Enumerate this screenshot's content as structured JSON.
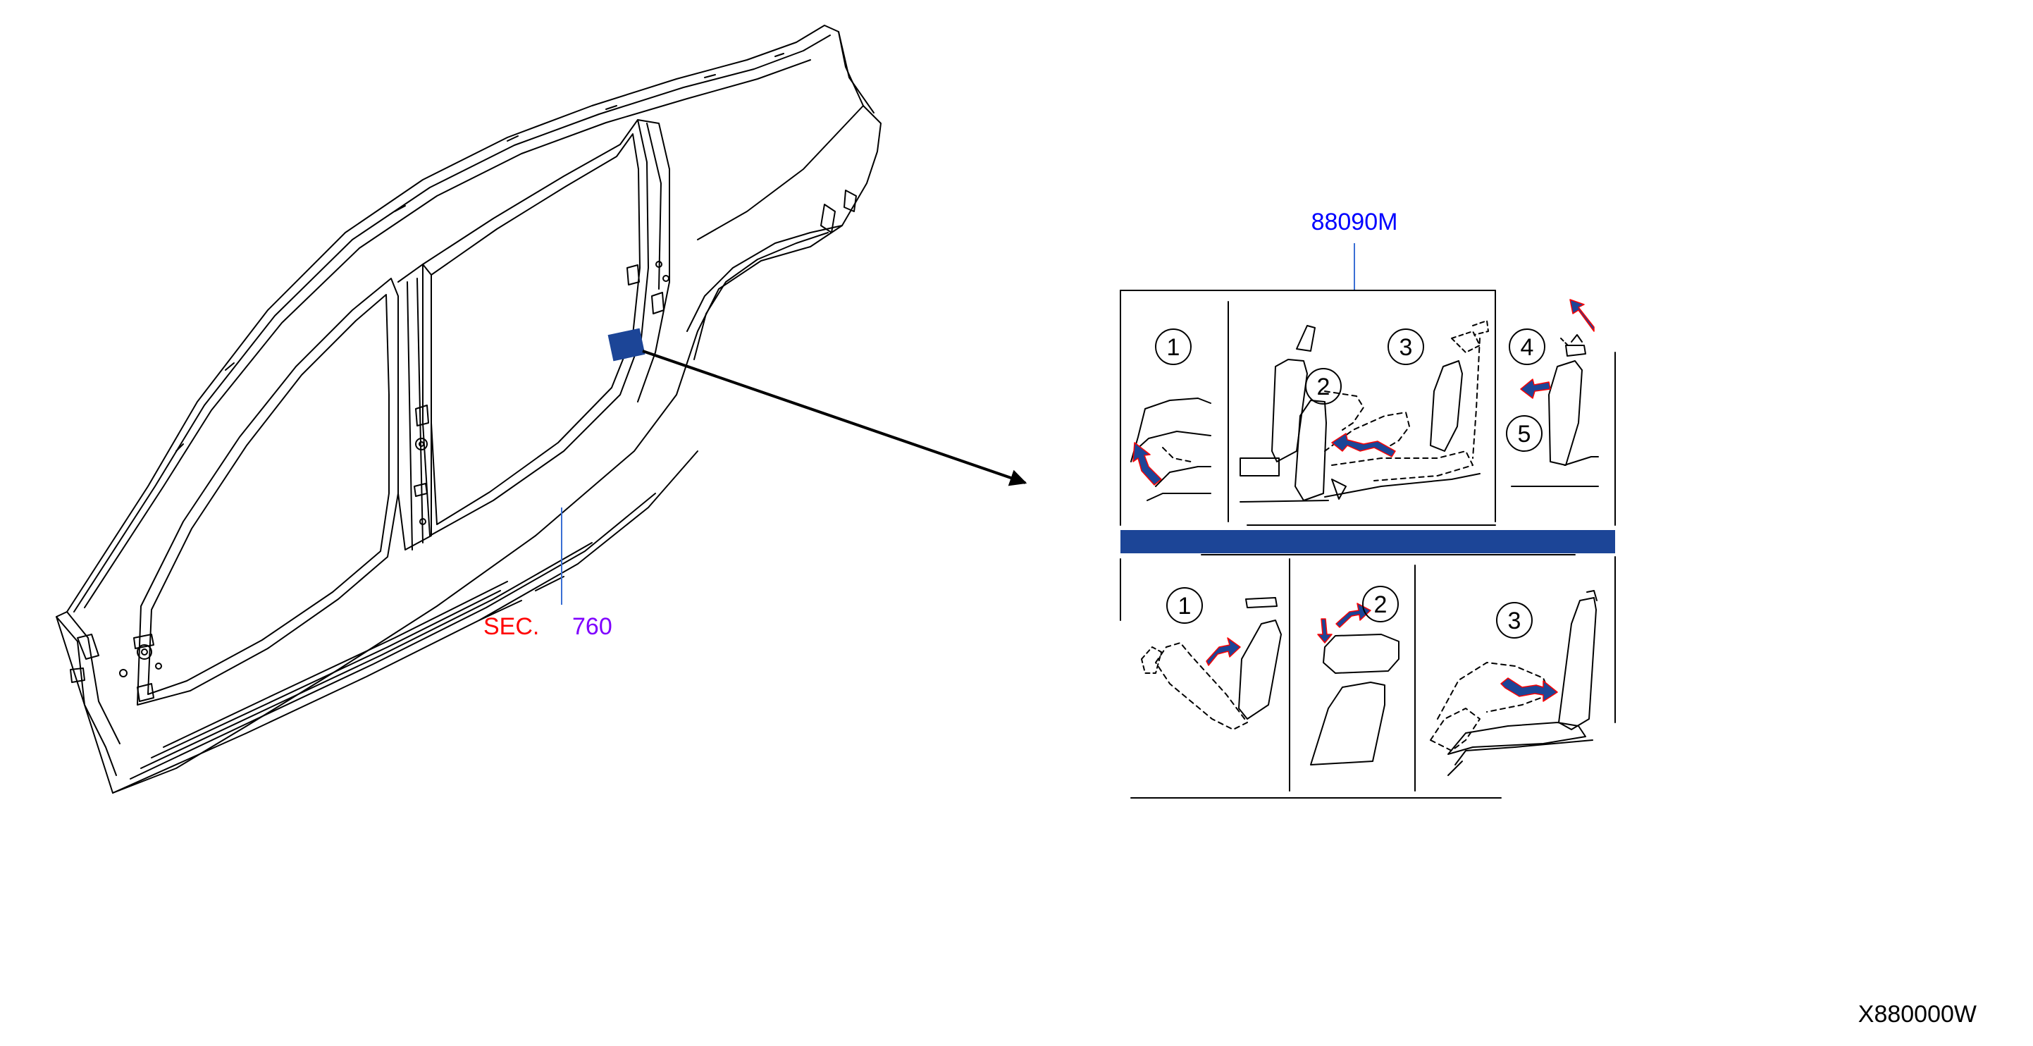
{
  "section_callout": {
    "prefix": "SEC.",
    "number": "760",
    "prefix_color": "#ff0000",
    "number_color": "#7f00ff"
  },
  "part_label": {
    "text": "88090M",
    "color": "#0000ff"
  },
  "diagram_code": "X880000W",
  "label_panel": {
    "top_row": {
      "steps": [
        "1",
        "2",
        "3",
        "4",
        "5"
      ]
    },
    "bottom_row": {
      "steps": [
        "1",
        "2",
        "3"
      ]
    },
    "band_color": "#1c4597"
  },
  "colors": {
    "line": "#000000",
    "leader": "#3a6fd4",
    "label_marker": "#1c4597",
    "arrow_fill": "#1c4597",
    "arrow_outline": "#ff0000"
  }
}
